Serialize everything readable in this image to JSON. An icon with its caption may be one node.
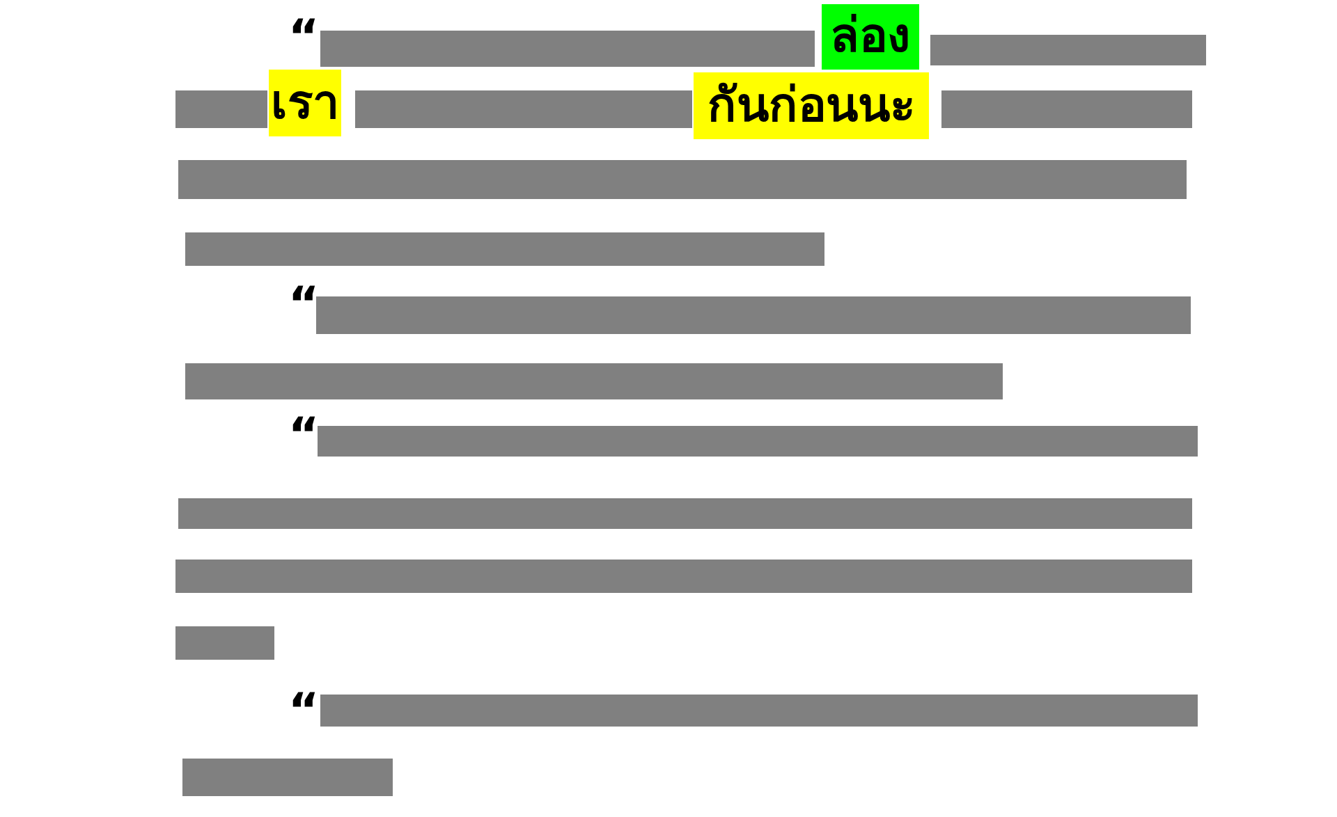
{
  "diagram": {
    "labels": [
      "“",
      "ล่อง",
      "เรา",
      "กันก่อนนะ",
      "“",
      "“",
      "“"
    ]
  }
}
